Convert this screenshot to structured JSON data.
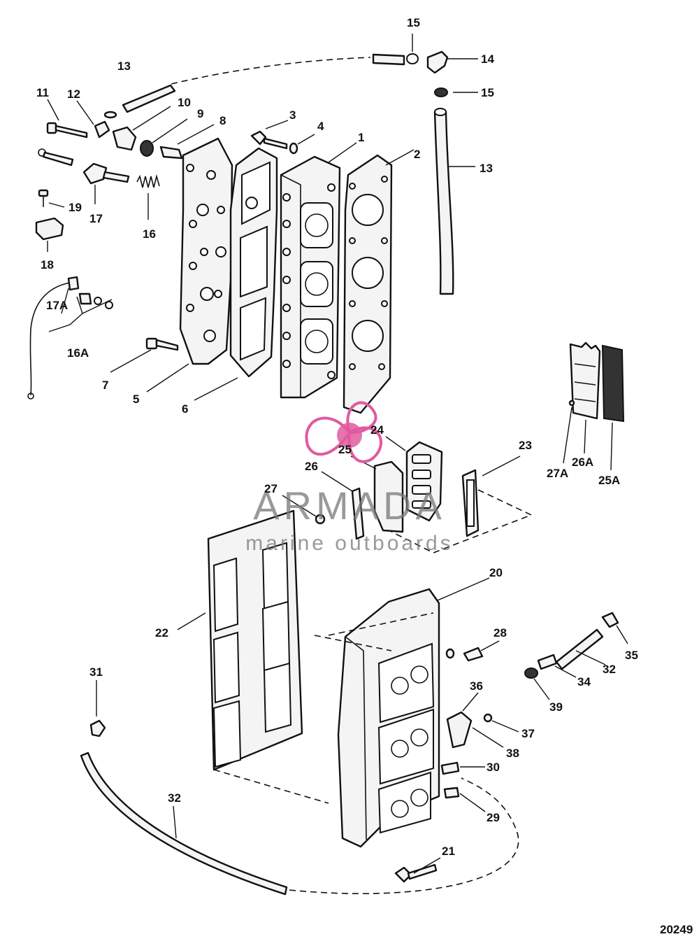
{
  "callouts": [
    "15",
    "14",
    "15",
    "13",
    "13",
    "11",
    "12",
    "10",
    "9",
    "8",
    "3",
    "4",
    "1",
    "2",
    "19",
    "17",
    "16",
    "18",
    "17A",
    "16A",
    "7",
    "5",
    "6",
    "24",
    "23",
    "25",
    "26",
    "27",
    "27A",
    "26A",
    "25A",
    "20",
    "22",
    "28",
    "35",
    "32",
    "34",
    "39",
    "31",
    "36",
    "37",
    "38",
    "30",
    "29",
    "32",
    "21"
  ],
  "watermark": {
    "title": "ARMADA",
    "subtitle": "marine outboards",
    "accent": "#e05aa0"
  },
  "drawing_code": "20249",
  "colors": {
    "line": "#111111",
    "background": "#ffffff",
    "logo_pink": "#e05aa0"
  }
}
